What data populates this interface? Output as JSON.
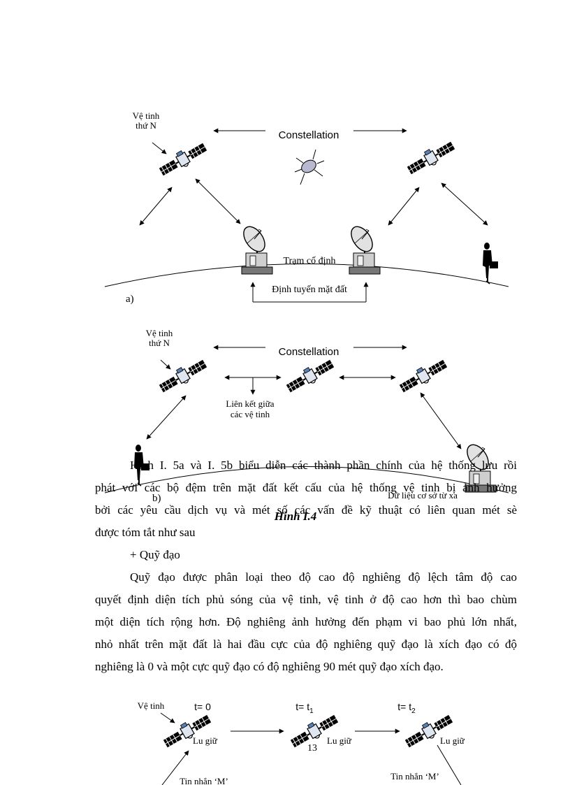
{
  "figure_a": {
    "sat_n_label_1": "Vệ tinh",
    "sat_n_label_2": "thứ N",
    "constellation_label": "Constellation",
    "station_label": "Trạm cố định",
    "route_label": "Định tuyến mặt đất",
    "panel_label": "a)"
  },
  "figure_b": {
    "sat_n_label_1": "Vệ tinh",
    "sat_n_label_2": "thứ N",
    "constellation_label": "Constellation",
    "isl_label_1": "Liên kết giữa",
    "isl_label_2": "các vệ tinh",
    "remote_db_label": "Dữ liệu cơ sở từ xa",
    "panel_label": "b)",
    "caption": "Hình I.4"
  },
  "body": {
    "p1_line1": "Hình I. 5a và I. 5b biểu diễn các thành phần chính của hệ thống lưu rồi",
    "p1_line2": "phát với các bộ đệm trên mặt đất kết cấu của hệ thống vệ tinh bị ảnh hưởng",
    "p1_line3": "bởi các yêu cầu dịch vụ và mét số các vấn đề kỹ thuật có liên quan mét sè",
    "p1_line4": "được tóm tắt như sau",
    "heading": "+ Quỹ đạo",
    "p2_line1": "Quỹ đạo được phân loại theo độ cao độ nghiêng độ lệch tâm độ cao",
    "p2_line2": "quyết định diện tích phủ sóng của vệ tinh, vệ tinh ở độ cao hơn thì bao chùm",
    "p2_line3": "một diện tích rộng hơn. Độ nghiêng ảnh hưởng đến phạm vi bao phủ lớn nhất,",
    "p2_line4": "nhỏ nhất trên mặt đất là hai đầu cực của độ nghiêng quỹ đạo là xích đạo có độ",
    "p2_line5": "nghiêng là 0 và một cực quỹ đạo có độ nghiêng 90 mét quỹ đạo xích đạo."
  },
  "figure_c": {
    "sat_label": "Vệ tinh",
    "t0": "t= 0",
    "t1_prefix": "t= t",
    "t1_sub": "1",
    "t2_prefix": "t= t",
    "t2_sub": "2",
    "store_1": "Lu   giữ",
    "store_2": "Lu   giữ",
    "store_3": "Lu   giữ",
    "msg_1": "Tin nhắn ‘M’",
    "msg_2": "Tin nhắn ‘M’"
  },
  "page_number": "13"
}
